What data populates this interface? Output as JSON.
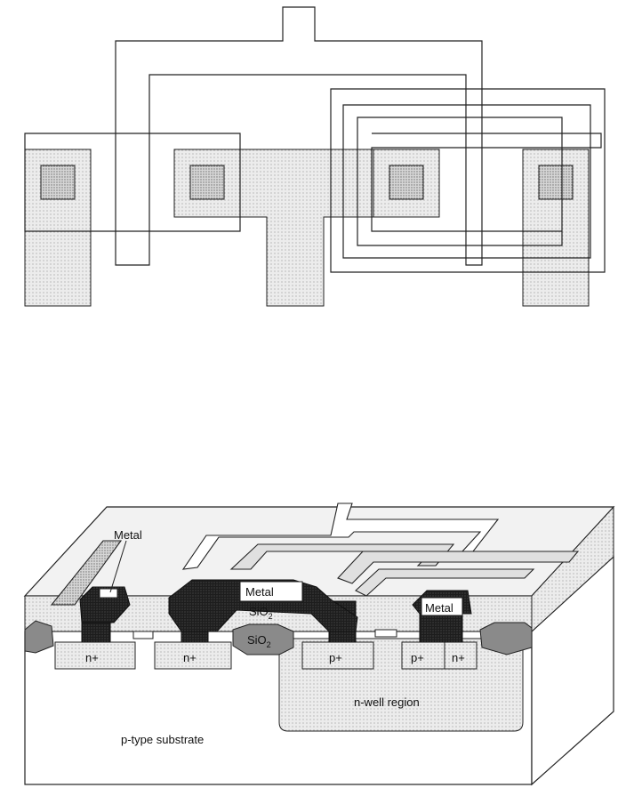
{
  "labels": {
    "metal_left": "Metal",
    "metal_center": "Metal",
    "sio2_center": "SiO",
    "sio2_center_sub": "2",
    "sio2_lower": "SiO",
    "sio2_lower_sub": "2",
    "metal_right": "Metal",
    "nplus_1": "n+",
    "nplus_2": "n+",
    "pplus_1": "p+",
    "pplus_2": "p+",
    "nplus_3": "n+",
    "nwell": "n-well region",
    "substrate": "p-type substrate"
  },
  "colors": {
    "fill_light": "#e8e8e8",
    "fill_mid": "#bdbdbd",
    "fill_dark": "#7a7a7a",
    "metal_black": "#1a1a1a",
    "line": "#222222"
  }
}
